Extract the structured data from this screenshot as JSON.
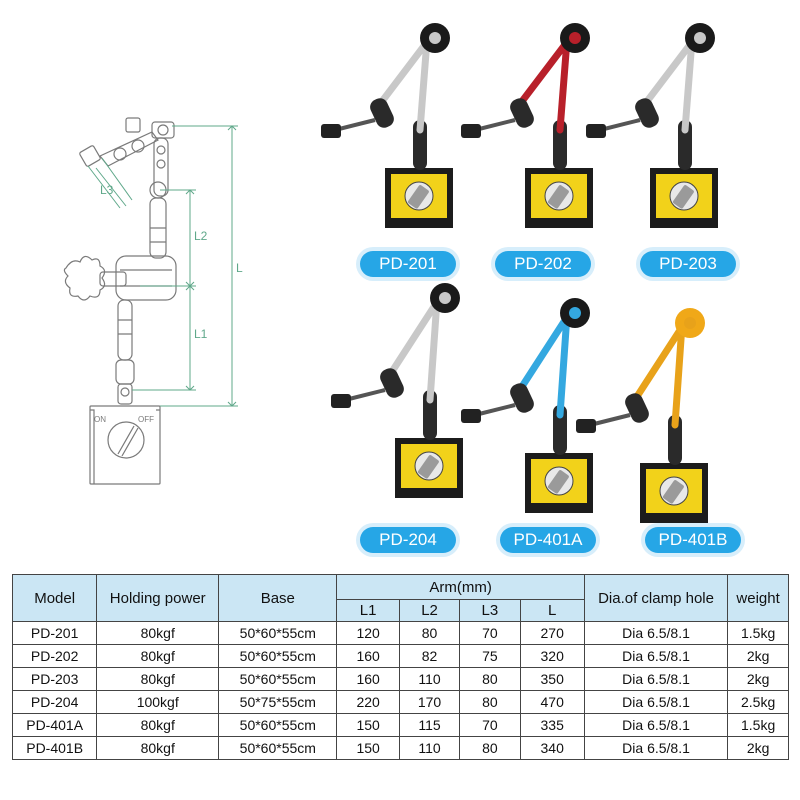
{
  "diagram": {
    "dimension_labels": [
      "L3",
      "L2",
      "L1",
      "L"
    ],
    "switch_labels": {
      "on": "ON",
      "off": "OFF"
    }
  },
  "products": [
    {
      "label": "PD-201",
      "arm_color": "#c8c8c8",
      "knob_color": "#1a1a1a",
      "base_color": "#1c1c1c",
      "panel_color": "#f2d21a"
    },
    {
      "label": "PD-202",
      "arm_color": "#b8202a",
      "knob_color": "#1a1a1a",
      "base_color": "#1c1c1c",
      "panel_color": "#f2d21a"
    },
    {
      "label": "PD-203",
      "arm_color": "#c8c8c8",
      "knob_color": "#1a1a1a",
      "base_color": "#1c1c1c",
      "panel_color": "#f2d21a"
    },
    {
      "label": "PD-204",
      "arm_color": "#c8c8c8",
      "knob_color": "#1a1a1a",
      "base_color": "#1c1c1c",
      "panel_color": "#f2d21a"
    },
    {
      "label": "PD-401A",
      "arm_color": "#34a8e0",
      "knob_color": "#1a1a1a",
      "base_color": "#1c1c1c",
      "panel_color": "#f2d21a"
    },
    {
      "label": "PD-401B",
      "arm_color": "#e8a21a",
      "knob_color": "#f0a818",
      "base_color": "#1c1c1c",
      "panel_color": "#f2d21a"
    }
  ],
  "table": {
    "headers": {
      "model": "Model",
      "holding_power": "Holding power",
      "base": "Base",
      "arm": "Arm(mm)",
      "l1": "L1",
      "l2": "L2",
      "l3": "L3",
      "l": "L",
      "clamp": "Dia.of clamp hole",
      "weight": "weight"
    },
    "rows": [
      [
        "PD-201",
        "80kgf",
        "50*60*55cm",
        "120",
        "80",
        "70",
        "270",
        "Dia 6.5/8.1",
        "1.5kg"
      ],
      [
        "PD-202",
        "80kgf",
        "50*60*55cm",
        "160",
        "82",
        "75",
        "320",
        "Dia 6.5/8.1",
        "2kg"
      ],
      [
        "PD-203",
        "80kgf",
        "50*60*55cm",
        "160",
        "110",
        "80",
        "350",
        "Dia 6.5/8.1",
        "2kg"
      ],
      [
        "PD-204",
        "100kgf",
        "50*75*55cm",
        "220",
        "170",
        "80",
        "470",
        "Dia 6.5/8.1",
        "2.5kg"
      ],
      [
        "PD-401A",
        "80kgf",
        "50*60*55cm",
        "150",
        "115",
        "70",
        "335",
        "Dia 6.5/8.1",
        "1.5kg"
      ],
      [
        "PD-401B",
        "80kgf",
        "50*60*55cm",
        "150",
        "110",
        "80",
        "340",
        "Dia 6.5/8.1",
        "2kg"
      ]
    ]
  },
  "colors": {
    "header_bg": "#cbe6f4",
    "pill_bg": "#26a6e6",
    "diagram_line": "#7a7a7a",
    "dim_line": "#5fa88a"
  }
}
